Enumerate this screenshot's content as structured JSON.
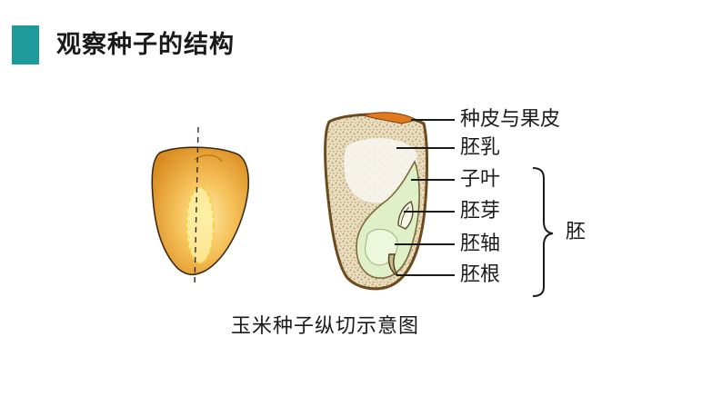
{
  "header": {
    "title": "观察种子的结构"
  },
  "labels": {
    "seed_coat": "种皮与果皮",
    "endosperm": "胚乳",
    "cotyledon": "子叶",
    "plumule": "胚芽",
    "hypocotyl": "胚轴",
    "radicle": "胚根",
    "embryo": "胚"
  },
  "caption": "玉米种子纵切示意图",
  "colors": {
    "accent": "#1f9a9b",
    "kernel_orange": "#f0a33a",
    "cut_surface": "#efe6cf",
    "embryo_green": "#d9ecc5",
    "seed_coat_rim": "#c8913a"
  }
}
